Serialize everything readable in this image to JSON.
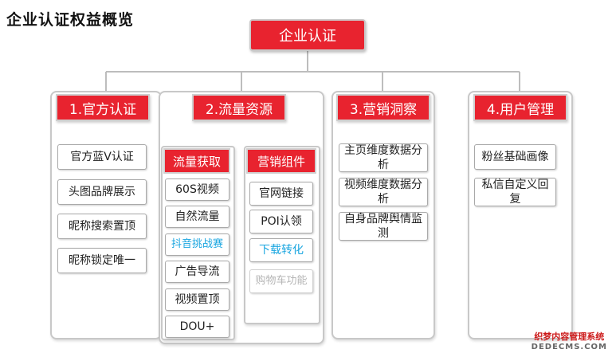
{
  "title": "企业认证权益概览",
  "root": "企业认证",
  "columns": [
    {
      "heading": "1.官方认证",
      "items": [
        "官方蓝V认证",
        "头图品牌展示",
        "昵称搜索置顶",
        "昵称锁定唯一"
      ]
    },
    {
      "heading": "2.流量资源",
      "groups": [
        {
          "heading": "流量获取",
          "items": [
            "60S视频",
            "自然流量",
            "抖音挑战赛",
            "广告导流",
            "视频置顶",
            "DOU+"
          ]
        },
        {
          "heading": "营销组件",
          "items": [
            "官网链接",
            "POI认领",
            "下载转化",
            "购物车功能"
          ]
        }
      ]
    },
    {
      "heading": "3.营销洞察",
      "items": [
        "主页维度数据分析",
        "视频维度数据分析",
        "自身品牌舆情监测"
      ]
    },
    {
      "heading": "4.用户管理",
      "items": [
        "粉丝基础画像",
        "私信自定义回复"
      ]
    }
  ],
  "watermark": {
    "cn": "织梦内容管理系统",
    "en": "DEDECMS.COM"
  }
}
